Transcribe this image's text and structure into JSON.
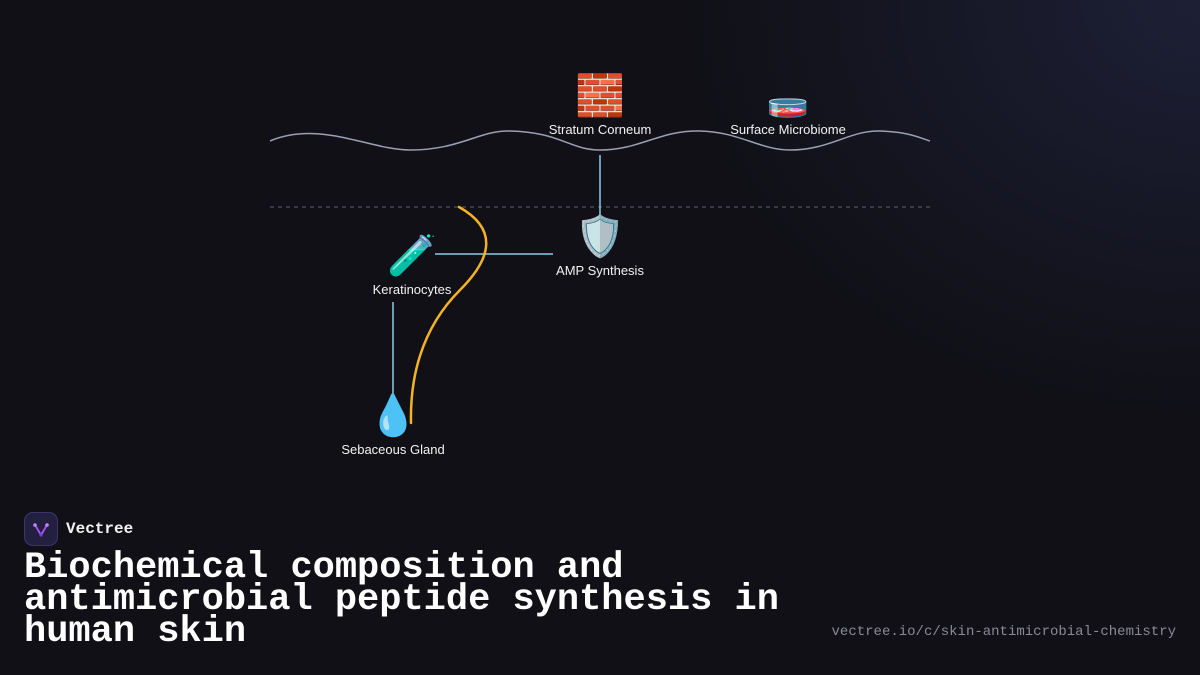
{
  "brand": {
    "name": "Vectree",
    "logo_icon": "vectree-logo-icon",
    "accent": "#a855f7"
  },
  "title": "Biochemical composition and antimicrobial peptide synthesis in human skin",
  "url": "vectree.io/c/skin-antimicrobial-chemistry",
  "colors": {
    "background": "#101016",
    "connector": "#8ecae6",
    "highlight_path": "#f5b324",
    "surface_line": "#9aa0b4",
    "dashed_line": "#5b6070"
  },
  "nodes": {
    "stratum_corneum": {
      "label": "Stratum Corneum",
      "icon": "brick-icon",
      "glyph": "🧱"
    },
    "surface_microbiome": {
      "label": "Surface Microbiome",
      "icon": "petri-dish-icon",
      "glyph": "🧫"
    },
    "amp_synthesis": {
      "label": "AMP Synthesis",
      "icon": "shield-icon",
      "glyph": "🛡️"
    },
    "keratinocytes": {
      "label": "Keratinocytes",
      "icon": "test-tube-icon",
      "glyph": "🧪"
    },
    "sebaceous_gland": {
      "label": "Sebaceous Gland",
      "icon": "droplet-icon",
      "glyph": "💧"
    }
  }
}
